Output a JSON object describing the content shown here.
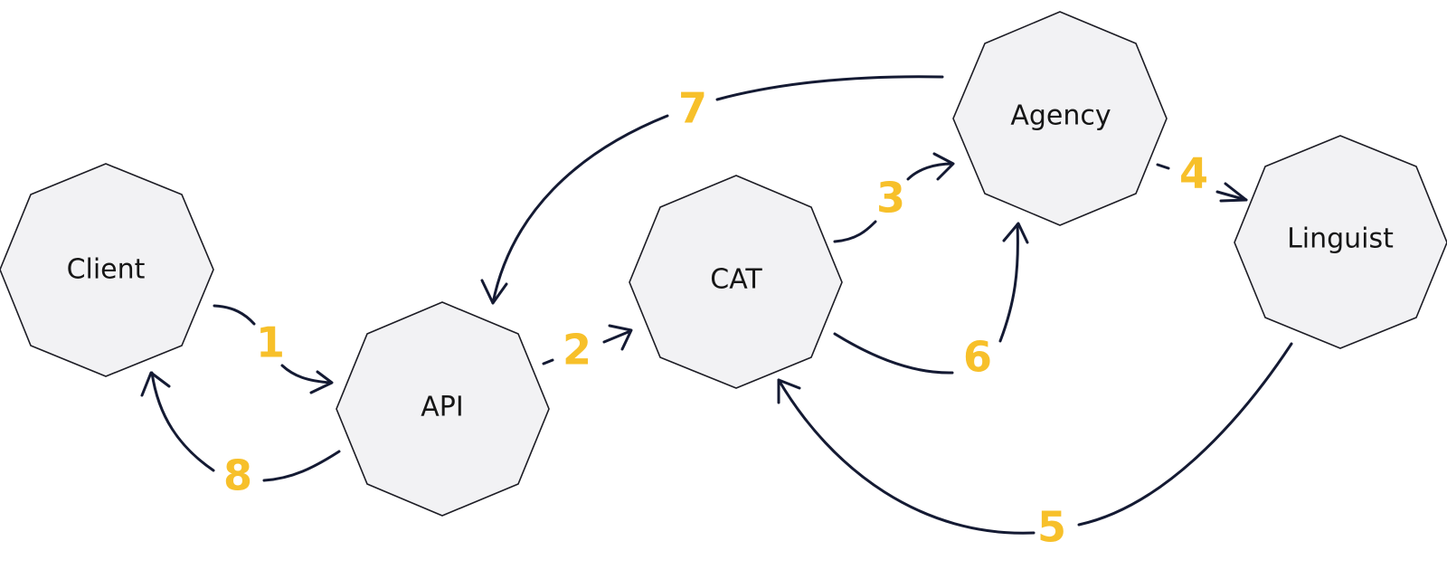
{
  "colors": {
    "step_number": "#f7c02a",
    "arrow": "#141a33",
    "node_fill": "#f2f2f4",
    "node_stroke": "#1c1c24"
  },
  "nodes": {
    "client": "Client",
    "api": "API",
    "cat": "CAT",
    "agency": "Agency",
    "linguist": "Linguist"
  },
  "steps": [
    "1",
    "2",
    "3",
    "4",
    "5",
    "6",
    "7",
    "8"
  ]
}
